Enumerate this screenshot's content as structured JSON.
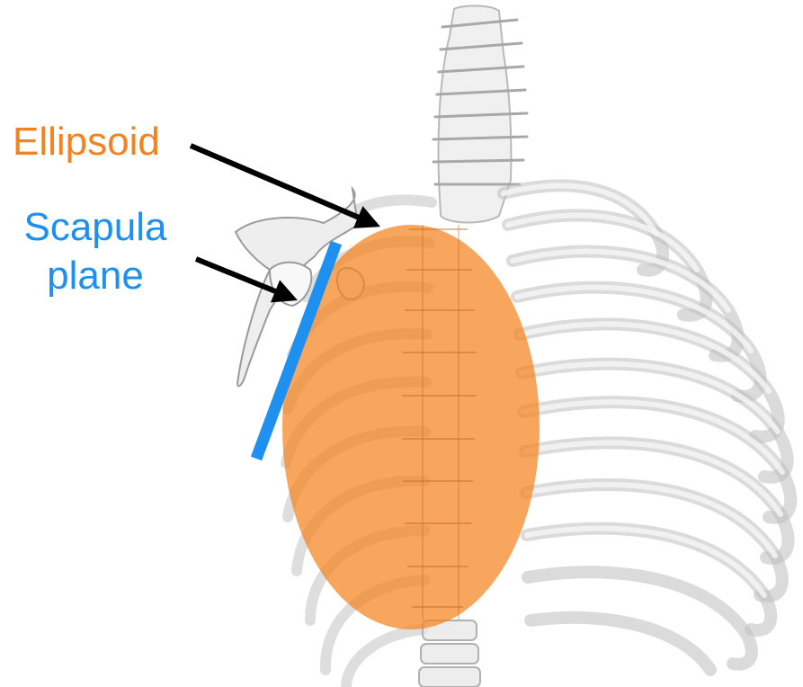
{
  "labels": {
    "ellipsoid": "Ellipsoid",
    "scapula_line1": "Scapula",
    "scapula_line2": "plane"
  },
  "colors": {
    "ellipsoid": "#F58220",
    "scapula_plane": "#1E90F0",
    "arrow": "#000000",
    "bone": "#c8c8c8"
  },
  "icons": {
    "anatomy": "ribcage-spine-3d-render"
  }
}
